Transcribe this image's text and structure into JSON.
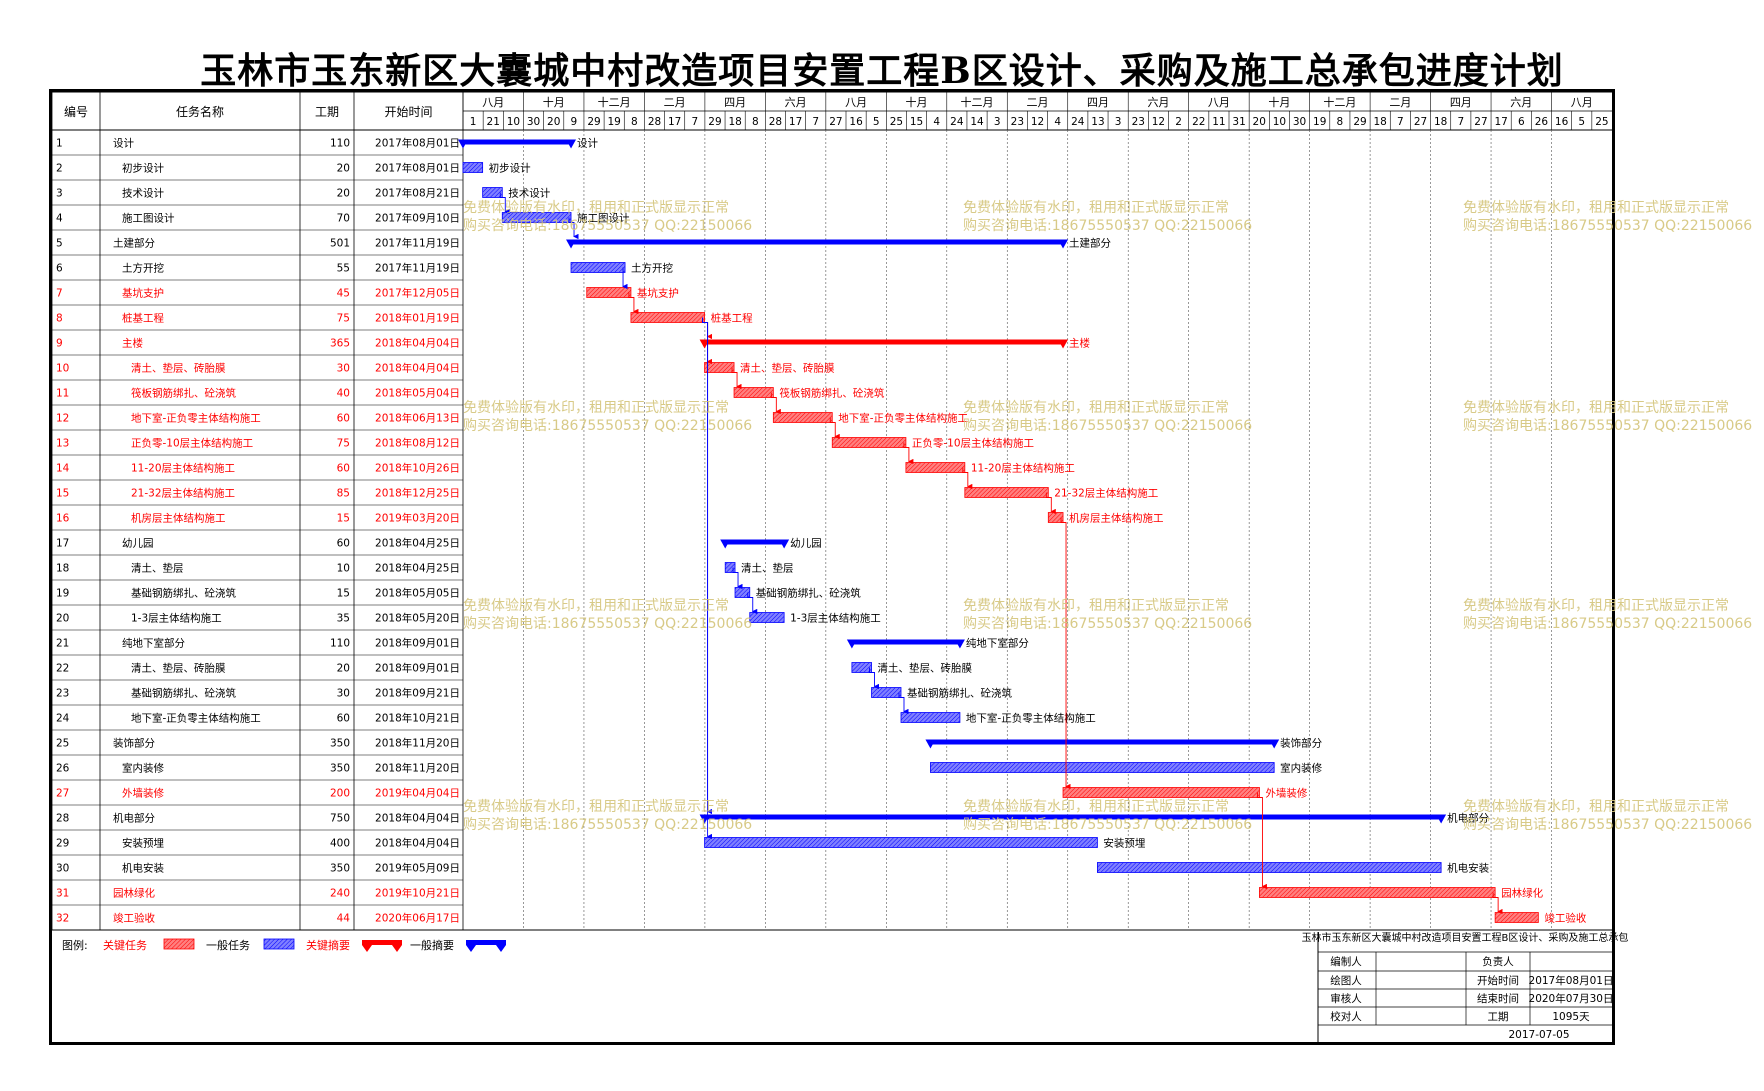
{
  "title": "玉林市玉东新区大囊城中村改造项目安置工程B区设计、采购及施工总承包进度计划",
  "columns": {
    "id": "编号",
    "name": "任务名称",
    "duration": "工期",
    "start": "开始时间"
  },
  "timeline": {
    "months": [
      "八月",
      "十月",
      "十二月",
      "二月",
      "四月",
      "六月",
      "八月",
      "十月",
      "十二月",
      "二月",
      "四月",
      "六月",
      "八月",
      "十月",
      "十二月",
      "二月",
      "四月",
      "六月",
      "八月"
    ],
    "days": [
      "1",
      "21",
      "10",
      "30",
      "20",
      "9",
      "29",
      "19",
      "8",
      "28",
      "17",
      "7",
      "29",
      "18",
      "8",
      "28",
      "17",
      "7",
      "27",
      "16",
      "5",
      "25",
      "15",
      "4",
      "24",
      "14",
      "3",
      "23",
      "12",
      "4",
      "24",
      "13",
      "3",
      "23",
      "12",
      "2",
      "22",
      "11",
      "31",
      "20",
      "10",
      "30",
      "19",
      "8",
      "29",
      "18",
      "7",
      "27",
      "18",
      "7",
      "27",
      "17",
      "6",
      "26",
      "16",
      "5",
      "25"
    ]
  },
  "tasks": [
    {
      "id": "1",
      "name": "设计",
      "duration": "110",
      "start": "2017年08月01日",
      "label": "设计",
      "crit": false,
      "summary": true,
      "indent": 0,
      "bar": [
        0,
        110
      ]
    },
    {
      "id": "2",
      "name": "初步设计",
      "duration": "20",
      "start": "2017年08月01日",
      "label": "初步设计",
      "crit": false,
      "summary": false,
      "indent": 1,
      "bar": [
        0,
        20
      ]
    },
    {
      "id": "3",
      "name": "技术设计",
      "duration": "20",
      "start": "2017年08月21日",
      "label": "技术设计",
      "crit": false,
      "summary": false,
      "indent": 1,
      "bar": [
        20,
        40
      ]
    },
    {
      "id": "4",
      "name": "施工图设计",
      "duration": "70",
      "start": "2017年09月10日",
      "label": "施工图设计",
      "crit": false,
      "summary": false,
      "indent": 1,
      "bar": [
        40,
        110
      ]
    },
    {
      "id": "5",
      "name": "土建部分",
      "duration": "501",
      "start": "2017年11月19日",
      "label": "土建部分",
      "crit": false,
      "summary": true,
      "indent": 0,
      "bar": [
        110,
        611
      ]
    },
    {
      "id": "6",
      "name": "土方开挖",
      "duration": "55",
      "start": "2017年11月19日",
      "label": "土方开挖",
      "crit": false,
      "summary": false,
      "indent": 1,
      "bar": [
        110,
        165
      ]
    },
    {
      "id": "7",
      "name": "基坑支护",
      "duration": "45",
      "start": "2017年12月05日",
      "label": "基坑支护",
      "crit": true,
      "summary": false,
      "indent": 1,
      "bar": [
        126,
        171
      ]
    },
    {
      "id": "8",
      "name": "桩基工程",
      "duration": "75",
      "start": "2018年01月19日",
      "label": "桩基工程",
      "crit": true,
      "summary": false,
      "indent": 1,
      "bar": [
        171,
        246
      ]
    },
    {
      "id": "9",
      "name": "主楼",
      "duration": "365",
      "start": "2018年04月04日",
      "label": "主楼",
      "crit": true,
      "summary": true,
      "indent": 1,
      "bar": [
        246,
        611
      ]
    },
    {
      "id": "10",
      "name": "清土、垫层、砖胎膜",
      "duration": "30",
      "start": "2018年04月04日",
      "label": "清土、垫层、砖胎膜",
      "crit": true,
      "summary": false,
      "indent": 2,
      "bar": [
        246,
        276
      ]
    },
    {
      "id": "11",
      "name": "筏板钢筋绑扎、砼浇筑",
      "duration": "40",
      "start": "2018年05月04日",
      "label": "筏板钢筋绑扎、砼浇筑",
      "crit": true,
      "summary": false,
      "indent": 2,
      "bar": [
        276,
        316
      ]
    },
    {
      "id": "12",
      "name": "地下室-正负零主体结构施工",
      "duration": "60",
      "start": "2018年06月13日",
      "label": "地下室-正负零主体结构施工",
      "crit": true,
      "summary": false,
      "indent": 2,
      "bar": [
        316,
        376
      ]
    },
    {
      "id": "13",
      "name": "正负零-10层主体结构施工",
      "duration": "75",
      "start": "2018年08月12日",
      "label": "正负零-10层主体结构施工",
      "crit": true,
      "summary": false,
      "indent": 2,
      "bar": [
        376,
        451
      ]
    },
    {
      "id": "14",
      "name": "11-20层主体结构施工",
      "duration": "60",
      "start": "2018年10月26日",
      "label": "11-20层主体结构施工",
      "crit": true,
      "summary": false,
      "indent": 2,
      "bar": [
        451,
        511
      ]
    },
    {
      "id": "15",
      "name": "21-32层主体结构施工",
      "duration": "85",
      "start": "2018年12月25日",
      "label": "21-32层主体结构施工",
      "crit": true,
      "summary": false,
      "indent": 2,
      "bar": [
        511,
        596
      ]
    },
    {
      "id": "16",
      "name": "机房层主体结构施工",
      "duration": "15",
      "start": "2019年03月20日",
      "label": "机房层主体结构施工",
      "crit": true,
      "summary": false,
      "indent": 2,
      "bar": [
        596,
        611
      ]
    },
    {
      "id": "17",
      "name": "幼儿园",
      "duration": "60",
      "start": "2018年04月25日",
      "label": "幼儿园",
      "crit": false,
      "summary": true,
      "indent": 1,
      "bar": [
        267,
        327
      ]
    },
    {
      "id": "18",
      "name": "清土、垫层",
      "duration": "10",
      "start": "2018年04月25日",
      "label": "清土、垫层",
      "crit": false,
      "summary": false,
      "indent": 2,
      "bar": [
        267,
        277
      ]
    },
    {
      "id": "19",
      "name": "基础钢筋绑扎、砼浇筑",
      "duration": "15",
      "start": "2018年05月05日",
      "label": "基础钢筋绑扎、砼浇筑",
      "crit": false,
      "summary": false,
      "indent": 2,
      "bar": [
        277,
        292
      ]
    },
    {
      "id": "20",
      "name": "1-3层主体结构施工",
      "duration": "35",
      "start": "2018年05月20日",
      "label": "1-3层主体结构施工",
      "crit": false,
      "summary": false,
      "indent": 2,
      "bar": [
        292,
        327
      ]
    },
    {
      "id": "21",
      "name": "纯地下室部分",
      "duration": "110",
      "start": "2018年09月01日",
      "label": "纯地下室部分",
      "crit": false,
      "summary": true,
      "indent": 1,
      "bar": [
        396,
        506
      ]
    },
    {
      "id": "22",
      "name": "清土、垫层、砖胎膜",
      "duration": "20",
      "start": "2018年09月01日",
      "label": "清土、垫层、砖胎膜",
      "crit": false,
      "summary": false,
      "indent": 2,
      "bar": [
        396,
        416
      ]
    },
    {
      "id": "23",
      "name": "基础钢筋绑扎、砼浇筑",
      "duration": "30",
      "start": "2018年09月21日",
      "label": "基础钢筋绑扎、砼浇筑",
      "crit": false,
      "summary": false,
      "indent": 2,
      "bar": [
        416,
        446
      ]
    },
    {
      "id": "24",
      "name": "地下室-正负零主体结构施工",
      "duration": "60",
      "start": "2018年10月21日",
      "label": "地下室-正负零主体结构施工",
      "crit": false,
      "summary": false,
      "indent": 2,
      "bar": [
        446,
        506
      ]
    },
    {
      "id": "25",
      "name": "装饰部分",
      "duration": "350",
      "start": "2018年11月20日",
      "label": "装饰部分",
      "crit": false,
      "summary": true,
      "indent": 0,
      "bar": [
        476,
        826
      ]
    },
    {
      "id": "26",
      "name": "室内装修",
      "duration": "350",
      "start": "2018年11月20日",
      "label": "室内装修",
      "crit": false,
      "summary": false,
      "indent": 1,
      "bar": [
        476,
        826
      ]
    },
    {
      "id": "27",
      "name": "外墙装修",
      "duration": "200",
      "start": "2019年04月04日",
      "label": "外墙装修",
      "crit": true,
      "summary": false,
      "indent": 1,
      "bar": [
        611,
        811
      ]
    },
    {
      "id": "28",
      "name": "机电部分",
      "duration": "750",
      "start": "2018年04月04日",
      "label": "机电部分",
      "crit": false,
      "summary": true,
      "indent": 0,
      "bar": [
        246,
        996
      ]
    },
    {
      "id": "29",
      "name": "安装预埋",
      "duration": "400",
      "start": "2018年04月04日",
      "label": "安装预埋",
      "crit": false,
      "summary": false,
      "indent": 1,
      "bar": [
        246,
        646
      ]
    },
    {
      "id": "30",
      "name": "机电安装",
      "duration": "350",
      "start": "2019年05月09日",
      "label": "机电安装",
      "crit": false,
      "summary": false,
      "indent": 1,
      "bar": [
        646,
        996
      ]
    },
    {
      "id": "31",
      "name": "园林绿化",
      "duration": "240",
      "start": "2019年10月21日",
      "label": "园林绿化",
      "crit": true,
      "summary": false,
      "indent": 0,
      "bar": [
        811,
        1051
      ]
    },
    {
      "id": "32",
      "name": "竣工验收",
      "duration": "44",
      "start": "2020年06月17日",
      "label": "竣工验收",
      "crit": true,
      "summary": false,
      "indent": 0,
      "bar": [
        1051,
        1095
      ]
    }
  ],
  "links": [
    [
      3,
      4
    ],
    [
      4,
      5
    ],
    [
      6,
      7
    ],
    [
      7,
      8
    ],
    [
      8,
      9
    ],
    [
      8,
      10
    ],
    [
      10,
      11
    ],
    [
      11,
      12
    ],
    [
      12,
      13
    ],
    [
      13,
      14
    ],
    [
      14,
      15
    ],
    [
      15,
      16
    ],
    [
      16,
      27
    ],
    [
      18,
      19
    ],
    [
      19,
      20
    ],
    [
      22,
      23
    ],
    [
      23,
      24
    ],
    [
      27,
      31
    ],
    [
      31,
      32
    ],
    [
      8,
      28
    ],
    [
      8,
      29
    ]
  ],
  "legend": {
    "label": "图例:",
    "critical_task": "关键任务",
    "normal_task": "一般任务",
    "critical_summary": "关键摘要",
    "normal_summary": "一般摘要"
  },
  "watermark": {
    "line1": "免费体验版有水印，租用和正式版显示正常",
    "line2": "购买咨询电话:18675550537 QQ:22150066"
  },
  "info": {
    "title": "玉林市玉东新区大囊城中村改造项目安置工程B区设计、采购及施工总承包",
    "rows": [
      {
        "k1": "编制人",
        "v1": "",
        "k2": "负责人",
        "v2": ""
      },
      {
        "k1": "绘图人",
        "v1": "",
        "k2": "开始时间",
        "v2": "2017年08月01日"
      },
      {
        "k1": "审核人",
        "v1": "",
        "k2": "结束时间",
        "v2": "2020年07月30日"
      },
      {
        "k1": "校对人",
        "v1": "",
        "k2": "工期",
        "v2": "1095天"
      }
    ],
    "date": "2017-07-05"
  },
  "colors": {
    "critical": "#ff0000",
    "normal": "#0000ff",
    "criticalFill": "#ff8080",
    "normalFill": "#8080ff",
    "watermark": "#d4c47a"
  }
}
